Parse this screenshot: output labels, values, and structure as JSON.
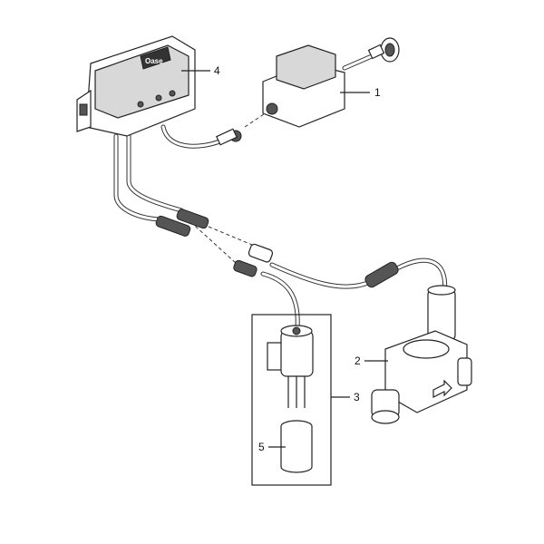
{
  "callouts": [
    {
      "id": "1",
      "text": "1"
    },
    {
      "id": "2",
      "text": "2"
    },
    {
      "id": "3",
      "text": "3"
    },
    {
      "id": "4",
      "text": "4"
    },
    {
      "id": "5",
      "text": "5"
    }
  ],
  "controller": {
    "logo": "Oase"
  }
}
